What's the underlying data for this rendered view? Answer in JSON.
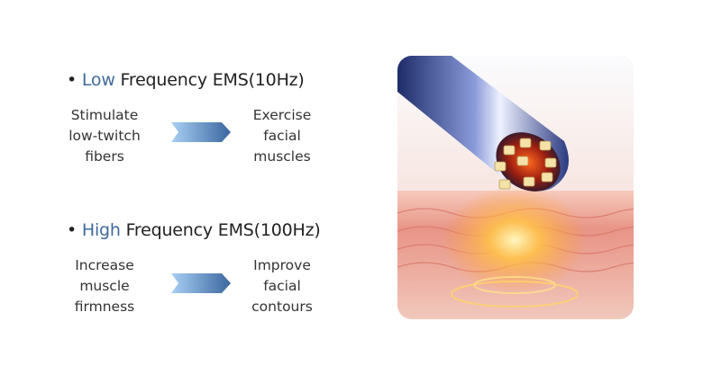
{
  "sections": [
    {
      "bullet": "•",
      "accent_word": "Low",
      "title_rest": " Frequency EMS(10Hz)",
      "cause": [
        "Stimulate",
        "low-twitch",
        "fibers"
      ],
      "effect": [
        "Exercise",
        "facial",
        "muscles"
      ]
    },
    {
      "bullet": "•",
      "accent_word": "High",
      "title_rest": " Frequency EMS(100Hz)",
      "cause": [
        "Increase",
        "muscle",
        "firmness"
      ],
      "effect": [
        "Improve",
        "facial",
        "contours"
      ]
    }
  ],
  "colors": {
    "accent": "#3f6a9c",
    "arrow_start": "#a9d0f5",
    "arrow_end": "#3a669f"
  }
}
